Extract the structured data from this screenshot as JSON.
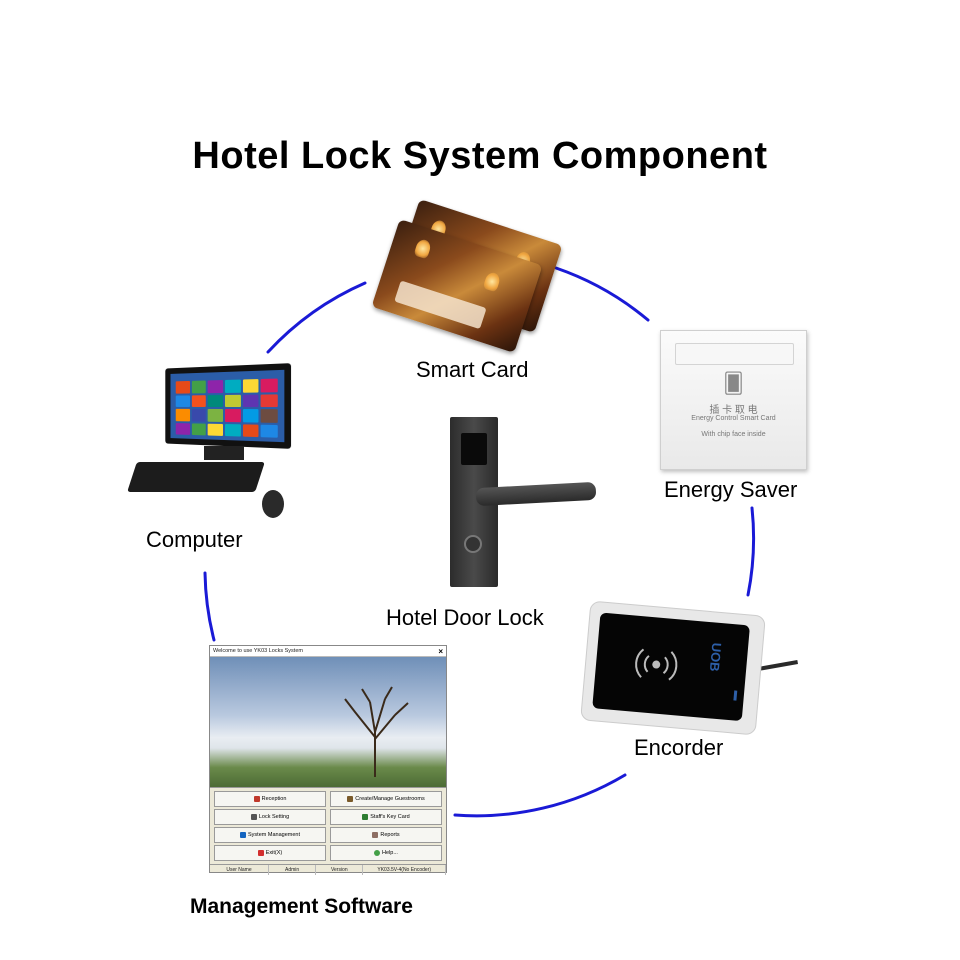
{
  "title": "Hotel Lock System Component",
  "components": {
    "smart_card": "Smart Card",
    "energy_saver": "Energy Saver",
    "computer": "Computer",
    "door_lock": "Hotel Door Lock",
    "encoder": "Encorder",
    "software": "Management Software"
  },
  "energy_saver_panel": {
    "chinese": "插 卡 取 电",
    "line1": "Energy Control Smart Card",
    "line2": "With chip face inside"
  },
  "encoder_brand": "UOB",
  "software_window": {
    "title": "Welcome to use YK03 Locks System",
    "close": "×",
    "buttons": [
      {
        "label": "Reception",
        "icon": "reception-icon",
        "color": "#c0392b"
      },
      {
        "label": "Create/Manage Guestrooms",
        "icon": "house-icon",
        "color": "#7a5a2a"
      },
      {
        "label": "Lock Setting",
        "icon": "lock-icon",
        "color": "#555555"
      },
      {
        "label": "Staff's Key Card",
        "icon": "people-icon",
        "color": "#2e7d32"
      },
      {
        "label": "System Management",
        "icon": "gears-icon",
        "color": "#1565c0"
      },
      {
        "label": "Reports",
        "icon": "document-icon",
        "color": "#8d6e63"
      },
      {
        "label": "Exit(X)",
        "icon": "x-icon",
        "color": "#d32f2f"
      },
      {
        "label": "Help...",
        "icon": "help-icon",
        "color": "#43a047"
      }
    ],
    "status": [
      "User Name",
      "Admin",
      "Version",
      "YK03.5V-4(No Encoder)"
    ]
  },
  "colors": {
    "ring": "#1a1ad6"
  }
}
